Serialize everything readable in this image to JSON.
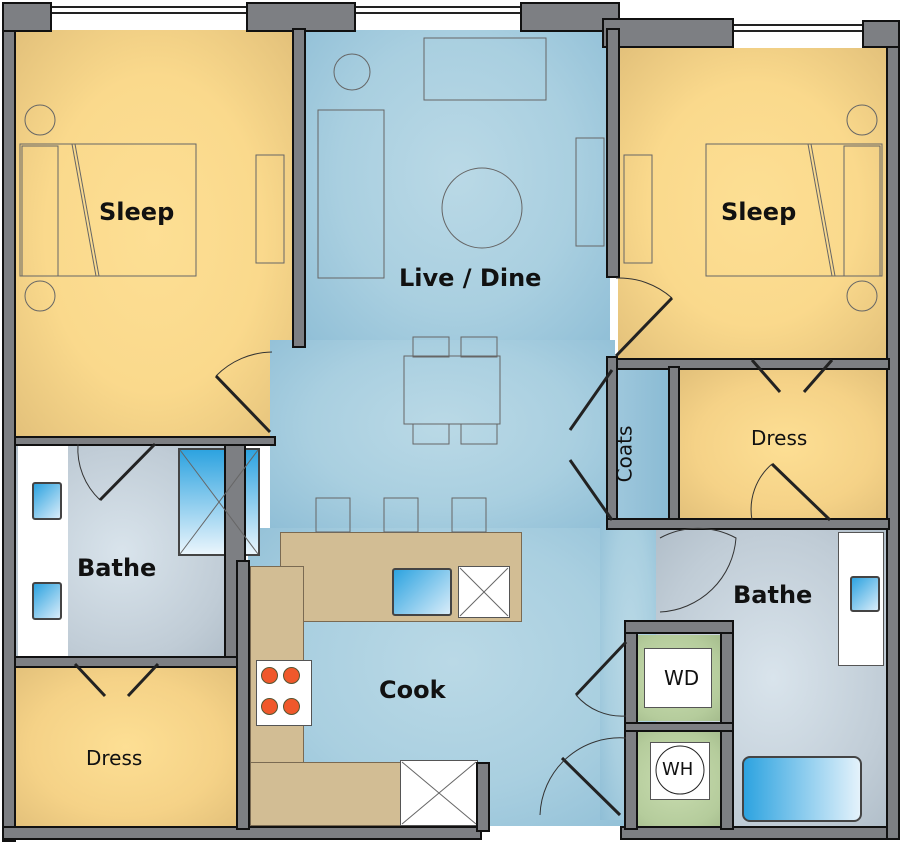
{
  "floor_plan": {
    "rooms": [
      {
        "id": "sleep-left",
        "label": "Sleep"
      },
      {
        "id": "live-dine",
        "label": "Live / Dine"
      },
      {
        "id": "sleep-right",
        "label": "Sleep"
      },
      {
        "id": "coats",
        "label": "Coats"
      },
      {
        "id": "dress-right",
        "label": "Dress"
      },
      {
        "id": "bathe-left",
        "label": "Bathe"
      },
      {
        "id": "bathe-right",
        "label": "Bathe"
      },
      {
        "id": "dress-left",
        "label": "Dress"
      },
      {
        "id": "cook",
        "label": "Cook"
      }
    ],
    "appliances": {
      "washer_dryer": "WD",
      "water_heater": "WH"
    },
    "colors": {
      "sleep": "#fad98c",
      "living": "#a9cfe0",
      "bath": "#c0ccd6",
      "laundry": "#b5cc9c",
      "counter": "#d2bd94",
      "wall": "#7d7f83",
      "burner": "#f0582b",
      "fixture_blue": "#2da3e0"
    }
  }
}
